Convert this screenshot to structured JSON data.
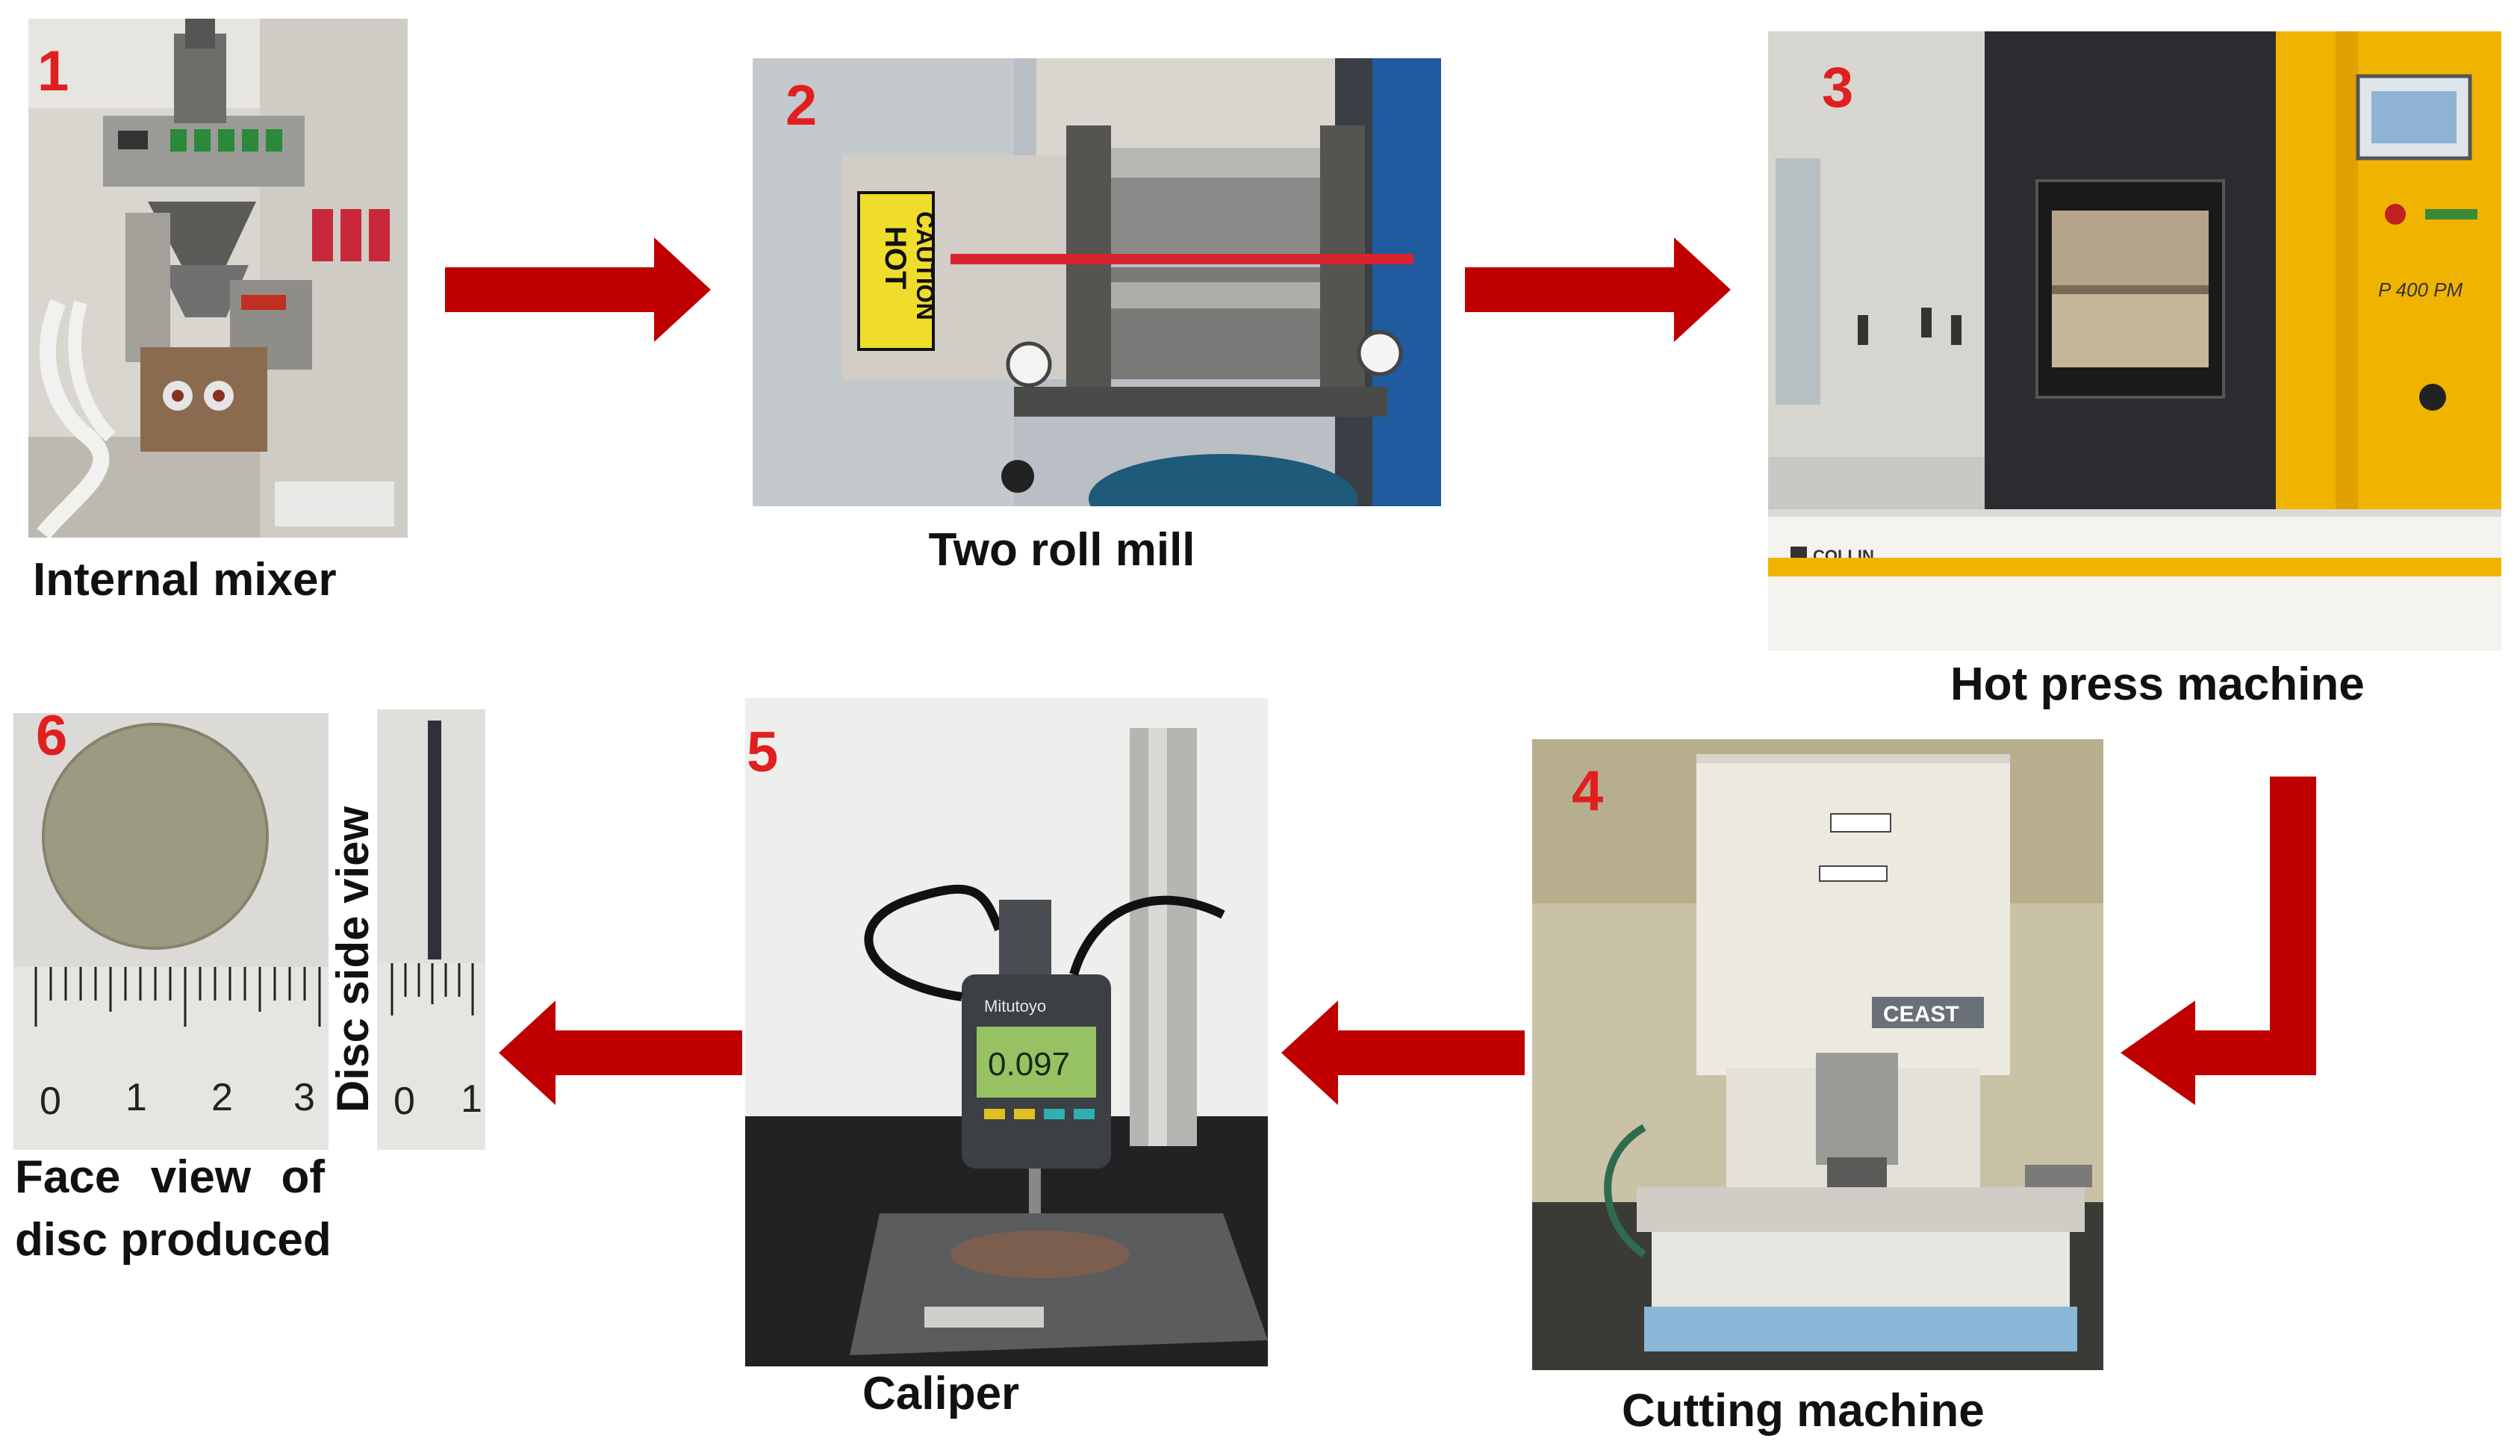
{
  "steps": [
    {
      "number": "1",
      "caption": "Internal mixer"
    },
    {
      "number": "2",
      "caption": "Two roll mill",
      "sign_top": "CAUTION",
      "sign_bottom": "HOT"
    },
    {
      "number": "3",
      "caption": "Hot press machine",
      "brand": "COLLIN",
      "model": "P 400 PM"
    },
    {
      "number": "4",
      "caption": "Cutting machine",
      "brand": "CEAST"
    },
    {
      "number": "5",
      "caption": "Caliper",
      "brand": "Mitutoyo",
      "reading": "0.097"
    },
    {
      "number": "6",
      "caption_face_line1": [
        "Face",
        "view",
        "of"
      ],
      "caption_face_line2": "disc produced",
      "caption_side": "Disc side view",
      "ruler_face_labels": [
        "0",
        "1",
        "2",
        "3"
      ],
      "ruler_side_labels": [
        "0",
        "1"
      ]
    }
  ],
  "colors": {
    "arrow": "#c00000",
    "step_number": "#e02020"
  }
}
